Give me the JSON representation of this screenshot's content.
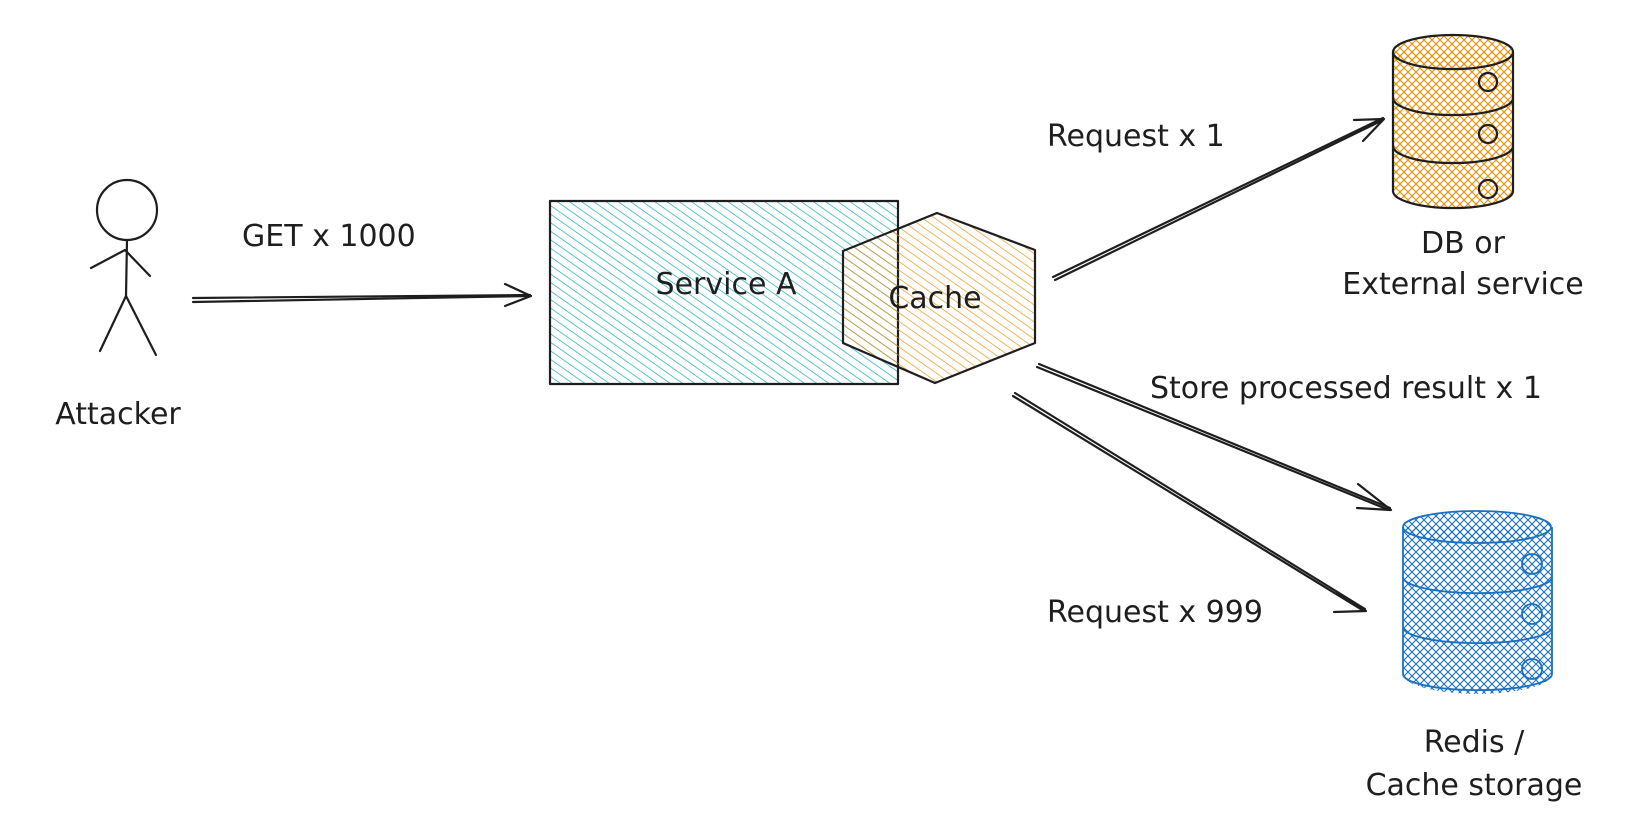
{
  "nodes": {
    "attacker": {
      "label": "Attacker"
    },
    "service": {
      "label": "Service A"
    },
    "cache": {
      "label": "Cache"
    },
    "db": {
      "label_line1": "DB or",
      "label_line2": "External service"
    },
    "redis": {
      "label_line1": "Redis /",
      "label_line2": "Cache storage"
    }
  },
  "edges": {
    "get": {
      "label": "GET x 1000"
    },
    "request_db": {
      "label": "Request x 1"
    },
    "store": {
      "label": "Store processed result x 1"
    },
    "request_redis": {
      "label": "Request x 999"
    }
  },
  "colors": {
    "service_stroke": "#1e1e1e",
    "service_hatch": "#15aabf",
    "cache_stroke": "#1e1e1e",
    "cache_hatch": "#f08c00",
    "db_stroke": "#1e1e1e",
    "db_hatch": "#f08c00",
    "redis_stroke": "#1971c2",
    "redis_hatch": "#1971c2",
    "ink": "#1e1e1e"
  }
}
